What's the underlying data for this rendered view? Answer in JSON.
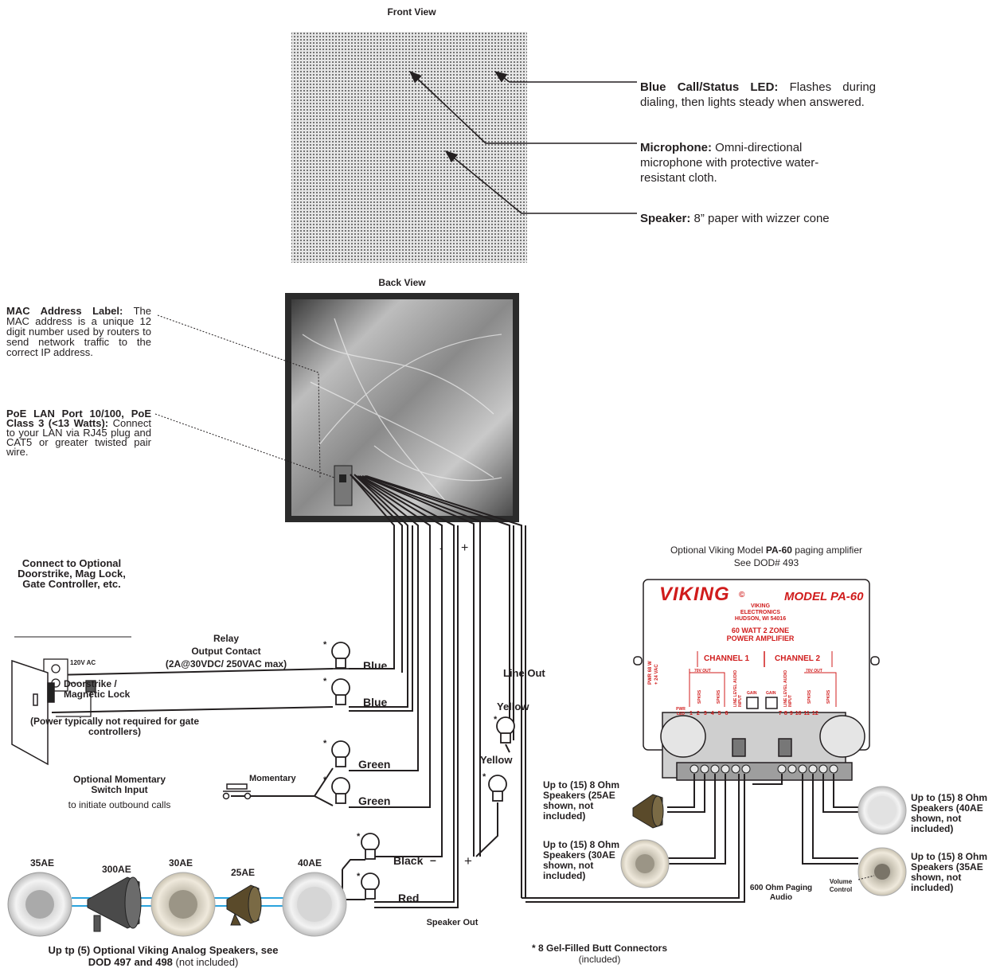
{
  "front": {
    "title": "Front View",
    "led_label": "Blue Call/Status LED:",
    "led_text": "Flashes during dialing, then lights steady when answered.",
    "mic_label": "Microphone:",
    "mic_text": "Omni-directional microphone with protective water-resistant cloth.",
    "speaker_label": "Speaker:",
    "speaker_text": "8” paper with wizzer cone"
  },
  "back": {
    "title": "Back View",
    "mac_label": "MAC Address Label:",
    "mac_text": "The MAC address is a unique 12 digit number used by routers to send network traffic to the correct IP address.",
    "poe_label": "PoE LAN Port 10/100, PoE Class 3 (<13 Watts):",
    "poe_text": "Connect to your LAN via RJ45 plug and CAT5 or greater twisted pair wire."
  },
  "relay": {
    "connect_title": "Connect to Optional Doorstrike, Mag Lock, Gate Controller, etc.",
    "outlet_label": "120V AC",
    "relay_title": "Relay",
    "relay_sub": "Output Contact",
    "relay_rating": "(2A@30VDC/ 250VAC max)",
    "door_label": "Doorstrike / Magnetic Lock",
    "power_note": "(Power typically not required for gate controllers)"
  },
  "switch": {
    "title": "Optional Momentary Switch Input",
    "subtitle": "to initiate outbound calls",
    "momentary": "Momentary"
  },
  "wires": {
    "blue": "Blue",
    "green": "Green",
    "black": "Black",
    "red": "Red",
    "yellow": "Yellow",
    "minus": "-",
    "plus": "+",
    "dash": "–",
    "line_out": "Line Out",
    "speaker_out": "Speaker Out",
    "star": "*"
  },
  "analog": {
    "models": [
      "35AE",
      "300AE",
      "30AE",
      "25AE",
      "40AE"
    ],
    "caption_bold": "Up tp (5) Optional Viking Analog Speakers, see DOD 497 and 498",
    "caption_rest": "(not included)"
  },
  "butt_note": {
    "bold": "* 8 Gel-Filled Butt Connectors",
    "rest": "(included)"
  },
  "pa60": {
    "intro_a": "Optional Viking Model",
    "intro_model": "PA-60",
    "intro_b": "paging amplifier See DOD# 493",
    "brand": "VIKING",
    "model": "MODEL PA-60",
    "company_1": "VIKING",
    "company_2": "ELECTRONICS",
    "company_3": "HUDSON, WI 54016",
    "amp_title_1": "60 WATT 2 ZONE",
    "amp_title_2": "POWER AMPLIFIER",
    "channel_1": "CHANNEL 1",
    "channel_2": "CHANNEL 2",
    "pwr_rating": "PWR 68 W",
    "pwr_vac": "+ 24 VAC",
    "out_70v": "70V OUT",
    "spkrs": "SPKRS",
    "line_level": "LINE LEVEL AUDIO INPUT",
    "gain": "GAIN",
    "pwr_led": "PWR LED",
    "terminals": [
      "1",
      "2",
      "3",
      "4",
      "5",
      "6",
      "7",
      "8",
      "9",
      "10",
      "11",
      "12"
    ],
    "paging_audio": "600 Ohm Paging Audio",
    "volume_control": "Volume Control",
    "spk_25ae": "Up to (15) 8 Ohm Speakers (25AE shown, not included)",
    "spk_30ae": "Up to (15) 8 Ohm Speakers (30AE shown, not included)",
    "spk_40ae": "Up to (15) 8 Ohm Speakers (40AE shown, not included)",
    "spk_35ae": "Up to (15) 8 Ohm Speakers (35AE shown, not included)"
  }
}
